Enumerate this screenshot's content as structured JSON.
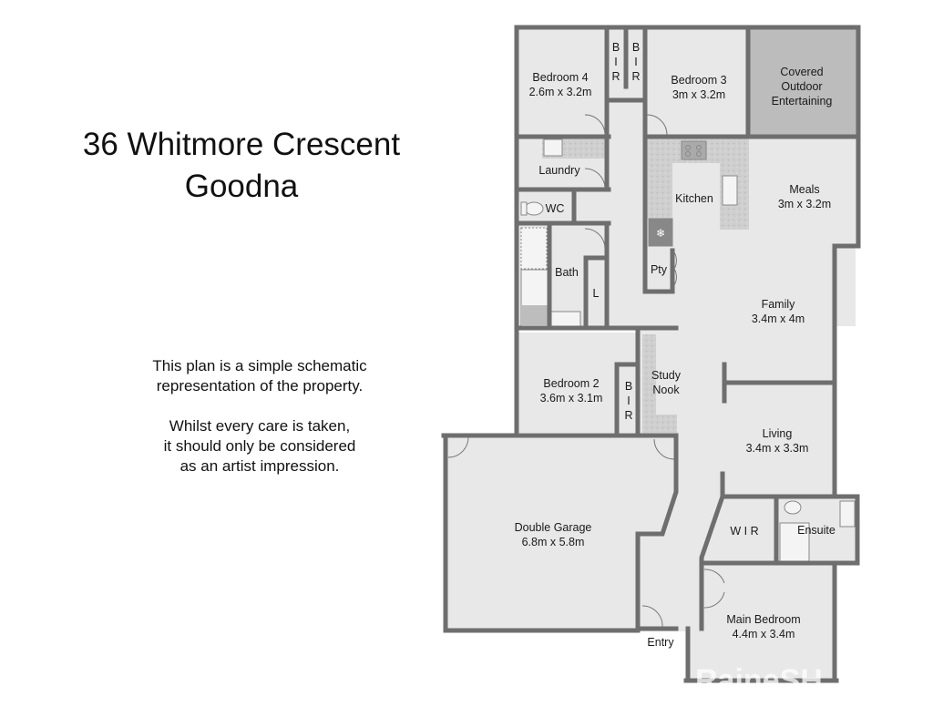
{
  "heading": {
    "address_line": "36 Whitmore Crescent",
    "suburb": "Goodna"
  },
  "disclaimer": {
    "para1_line1": "This plan is a simple schematic",
    "para1_line2": "representation of the property.",
    "para2_line1": "Whilst every care is taken,",
    "para2_line2": "it should only be considered",
    "para2_line3": "as an artist impression."
  },
  "colors": {
    "wall": "#6e6e6e",
    "floor": "#e8e8e8",
    "outdoor": "#bcbcbc",
    "benchtop": "#c8c8c8",
    "background": "#ffffff"
  },
  "rooms": {
    "bedroom4": {
      "name": "Bedroom 4",
      "size": "2.6m x 3.2m"
    },
    "bir1": {
      "l1": "B",
      "l2": "I",
      "l3": "R"
    },
    "bir2": {
      "l1": "B",
      "l2": "I",
      "l3": "R"
    },
    "bedroom3": {
      "name": "Bedroom 3",
      "size": "3m x 3.2m"
    },
    "outdoor": {
      "l1": "Covered",
      "l2": "Outdoor",
      "l3": "Entertaining"
    },
    "laundry": {
      "name": "Laundry"
    },
    "wc": {
      "name": "WC"
    },
    "kitchen": {
      "name": "Kitchen"
    },
    "meals": {
      "name": "Meals",
      "size": "3m x 3.2m"
    },
    "bath": {
      "name": "Bath"
    },
    "linen": {
      "name": "L"
    },
    "pantry": {
      "name": "Pty"
    },
    "family": {
      "name": "Family",
      "size": "3.4m x 4m"
    },
    "bedroom2": {
      "name": "Bedroom 2",
      "size": "3.6m x 3.1m"
    },
    "bir3": {
      "l1": "B",
      "l2": "I",
      "l3": "R"
    },
    "study": {
      "l1": "Study",
      "l2": "Nook"
    },
    "living": {
      "name": "Living",
      "size": "3.4m x 3.3m"
    },
    "garage": {
      "name": "Double Garage",
      "size": "6.8m x 5.8m"
    },
    "wir": {
      "name": "W I R"
    },
    "ensuite": {
      "name": "Ensuite"
    },
    "main_bedroom": {
      "name": "Main Bedroom",
      "size": "4.4m x 3.4m"
    },
    "entry": {
      "name": "Entry"
    }
  },
  "watermark": {
    "text": "RaineSH"
  }
}
